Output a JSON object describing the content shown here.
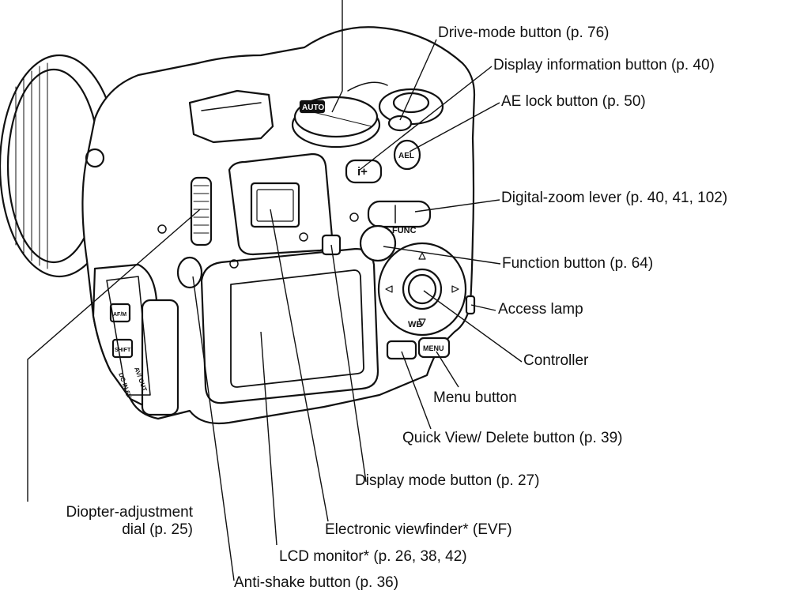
{
  "labels": {
    "drive_mode": "Drive-mode button (p. 76)",
    "display_info": "Display information button (p. 40)",
    "ae_lock": "AE lock button (p. 50)",
    "digital_zoom": "Digital-zoom lever (p. 40, 41, 102)",
    "function_button": "Function button (p. 64)",
    "access_lamp": "Access lamp",
    "controller": "Controller",
    "menu_button": "Menu button",
    "quick_view": "Quick View/ Delete button (p. 39)",
    "display_mode": "Display mode button (p. 27)",
    "diopter_line1": "Diopter-adjustment",
    "diopter_line2": "dial (p. 25)",
    "evf": "Electronic viewfinder* (EVF)",
    "lcd_monitor": "LCD monitor* (p. 26, 38, 42)",
    "anti_shake": "Anti-shake button (p. 36)"
  },
  "camera": {
    "func_label": "FUNC",
    "wb_label": "WB",
    "menu_key": "MENU",
    "ael_key": "AEL",
    "info_key": "i+",
    "afm_key": "AF/M",
    "shift_key": "SHIFT",
    "auto_mark": "AUTO",
    "port_dc": "DC IN 6V",
    "port_av": "AV/ OUT"
  }
}
